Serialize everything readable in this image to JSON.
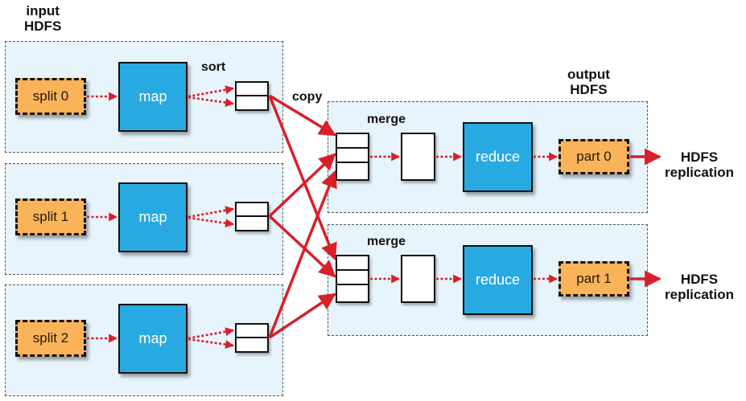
{
  "labels": {
    "input_line1": "input",
    "input_line2": "HDFS",
    "output_line1": "output",
    "output_line2": "HDFS",
    "sort": "sort",
    "copy": "copy",
    "merge": "merge"
  },
  "map_tasks": [
    {
      "split": "split 0",
      "map": "map"
    },
    {
      "split": "split 1",
      "map": "map"
    },
    {
      "split": "split 2",
      "map": "map"
    }
  ],
  "reduce_tasks": [
    {
      "merge_label": "merge",
      "reduce": "reduce",
      "part": "part 0",
      "replication_line1": "HDFS",
      "replication_line2": "replication"
    },
    {
      "merge_label": "merge",
      "reduce": "reduce",
      "part": "part 1",
      "replication_line1": "HDFS",
      "replication_line2": "replication"
    }
  ],
  "colors": {
    "container_bg": "#e8f4fb",
    "split_part_fill": "#fbb35a",
    "process_fill": "#29a9e1",
    "arrow": "#d7202a"
  }
}
